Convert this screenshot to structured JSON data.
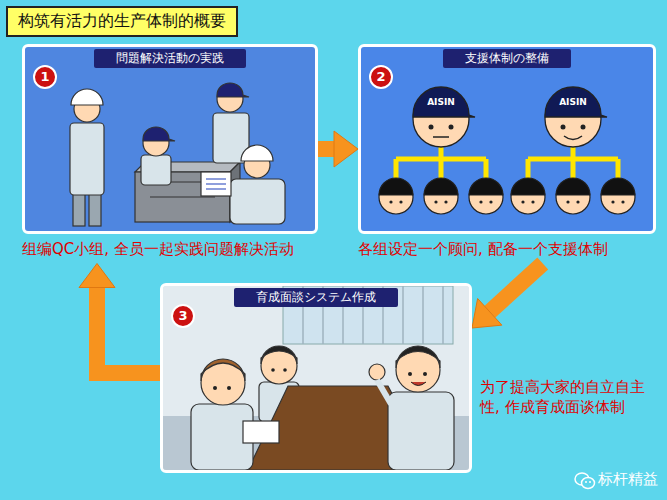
{
  "diagram": {
    "title": "构筑有活力的生产体制的概要",
    "nodes": [
      {
        "text": [
          "問題解決活動の実践",
          "组编QC小组, 全员一起实践问题解决活动"
        ]
      },
      {
        "text": [
          "支援体制の整備",
          "各组设定一个顾问, 配备一个支援体制"
        ]
      },
      {
        "text": [
          "育成面談システム作成",
          "为了提高大家的自立自主性, 作成育成面谈体制"
        ]
      }
    ],
    "edges": [
      {
        "from": 0,
        "to": 1,
        "arrow": "to"
      },
      {
        "from": 1,
        "to": 2,
        "arrow": "to"
      },
      {
        "from": 2,
        "to": 0,
        "arrow": "to"
      }
    ],
    "labels": [
      "1",
      "2",
      "AISIN",
      "AISIN",
      "3",
      "标杆精益"
    ]
  }
}
